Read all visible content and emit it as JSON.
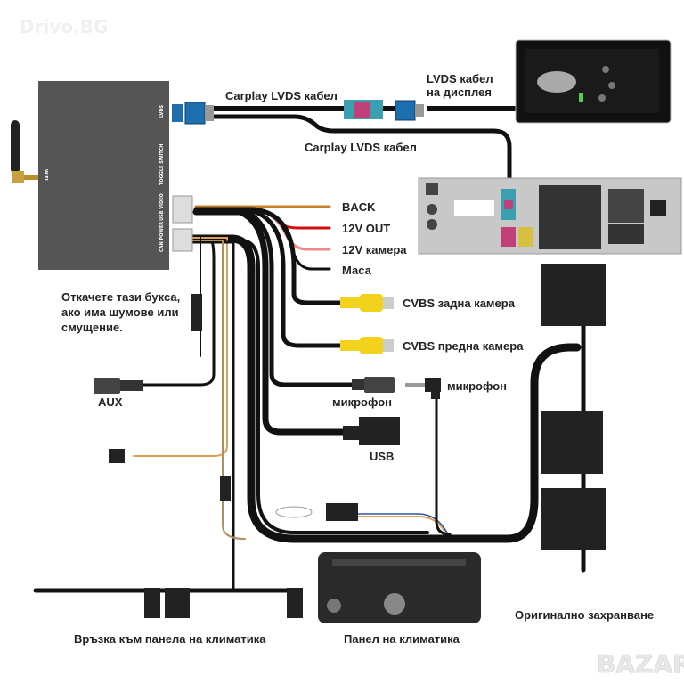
{
  "watermarks": {
    "top_left": "Drivo.BG",
    "bottom_right": "BAZAR"
  },
  "module": {
    "ports": {
      "lvds": "LVDS",
      "toggle": "TOGGLE SWITCH",
      "usb_video": "USB VIDEO",
      "can_power": "CAN POWER",
      "wifi": "WIFI"
    }
  },
  "labels": {
    "carplay_lvds_top": "Carplay LVDS кабел",
    "carplay_lvds_bottom": "Carplay LVDS кабел",
    "lvds_display_line1": "LVDS кабел",
    "lvds_display_line2": "на дисплея",
    "back": "BACK",
    "out12v": "12V OUT",
    "cam12v": "12V камера",
    "ground": "Маса",
    "cvbs_rear": "CVBS задна камера",
    "cvbs_front": "CVBS предна камера",
    "mic_jack": "микрофон",
    "mic_plug": "микрофон",
    "usb": "USB",
    "aux": "AUX",
    "note_line1": "Откачете тази букса,",
    "note_line2": "ако има шумове или",
    "note_line3": "смущение.",
    "climate_link": "Връзка към панела на климатика",
    "climate_panel": "Панел на климатика",
    "original_power": "Оригинално захранване"
  },
  "colors": {
    "wire_back": "#c8802a",
    "wire_12v_out": "#d01010",
    "wire_12v_cam": "#f08a8a",
    "rca": "#f2d21a",
    "fakra_blue": "#1d6fb0",
    "fakra_pink": "#c2407a",
    "fakra_teal": "#3aa0b0",
    "module": "#555555"
  }
}
